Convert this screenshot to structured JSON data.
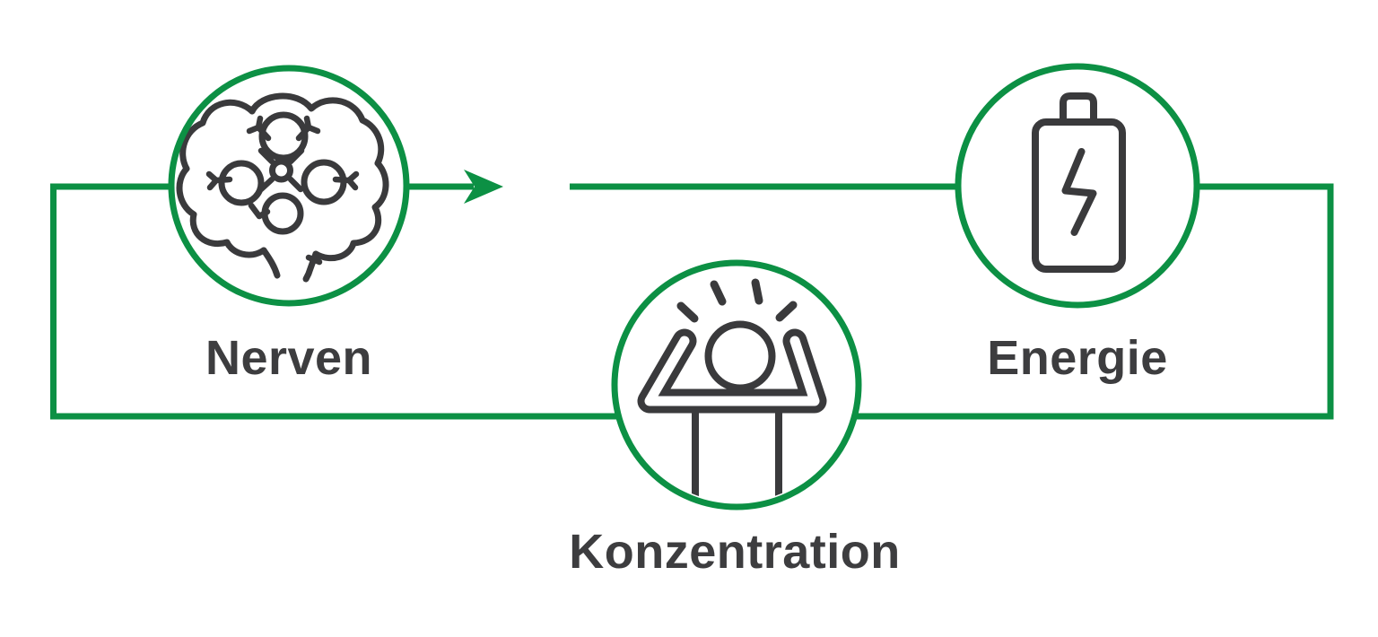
{
  "diagram": {
    "type": "cycle-loop",
    "colors": {
      "accent_green": "#0C9044",
      "icon_dark": "#3A3A3C",
      "label_dark": "#3D3D3F",
      "background": "#FFFFFF"
    },
    "nodes": [
      {
        "id": "nerven",
        "label": "Nerven",
        "icon": "brain-neuron-icon"
      },
      {
        "id": "energie",
        "label": "Energie",
        "icon": "battery-charging-icon"
      },
      {
        "id": "konzentration",
        "label": "Konzentration",
        "icon": "stressed-person-icon"
      }
    ],
    "connector": {
      "style": "rectangular-loop",
      "arrow_direction": "right"
    }
  }
}
